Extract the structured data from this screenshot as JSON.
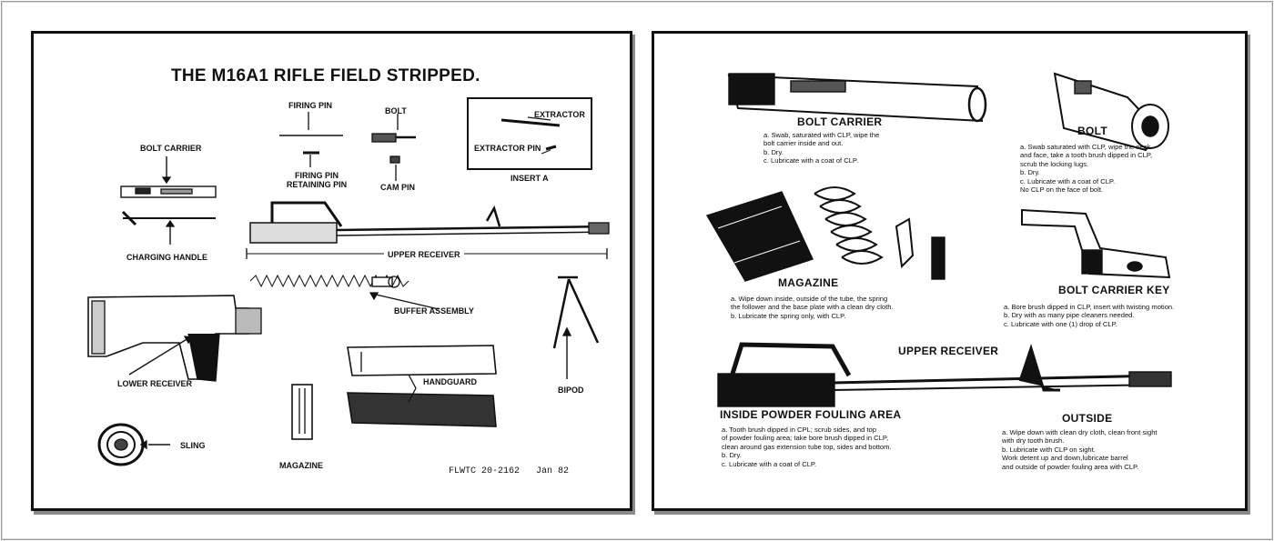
{
  "left": {
    "title": "THE M16A1 RIFLE FIELD STRIPPED.",
    "labels": {
      "firing_pin": "FIRING PIN",
      "bolt": "BOLT",
      "extractor": "EXTRACTOR",
      "extractor_pin": "EXTRACTOR PIN",
      "insert_a": "INSERT A",
      "bolt_carrier": "BOLT CARRIER",
      "firing_pin_retaining_pin_1": "FIRING PIN",
      "firing_pin_retaining_pin_2": "RETAINING PIN",
      "cam_pin": "CAM PIN",
      "charging_handle": "CHARGING HANDLE",
      "upper_receiver": "UPPER RECEIVER",
      "buffer_assembly": "BUFFER ASSEMBLY",
      "lower_receiver": "LOWER RECEIVER",
      "handguard": "HANDGUARD",
      "bipod": "BIPOD",
      "sling": "SLING",
      "magazine": "MAGAZINE"
    },
    "footer": "FLWTC 20-2162   Jan 82"
  },
  "right": {
    "sections": {
      "bolt_carrier": {
        "title": "BOLT CARRIER",
        "steps": [
          "a. Swab, saturated with CLP, wipe the",
          "   bolt carrier inside and out.",
          "b. Dry.",
          "c. Lubricate with a coat of CLP."
        ]
      },
      "bolt": {
        "title": "BOLT",
        "steps": [
          "a. Swab saturated with CLP, wipe the neck",
          "   and face, take a tooth brush dipped in CLP,",
          "   scrub the locking lugs.",
          "b. Dry.",
          "c. Lubricate with a coat of CLP.",
          "   No CLP on the face of bolt."
        ]
      },
      "magazine": {
        "title": "MAGAZINE",
        "steps": [
          "a. Wipe down inside, outside of the tube, the spring",
          "   the follower and the base plate with a clean dry cloth.",
          "b. Lubricate the spring only, with CLP."
        ]
      },
      "bolt_carrier_key": {
        "title": "BOLT CARRIER KEY",
        "steps": [
          "a. Bore brush dipped in CLP, insert with twisting motion.",
          "b. Dry with as many pipe cleaners needed.",
          "c. Lubricate with one (1) drop of CLP."
        ]
      },
      "upper_receiver": {
        "title": "UPPER RECEIVER"
      },
      "inside": {
        "title": "INSIDE POWDER FOULING AREA",
        "steps": [
          "a. Tooth brush dipped in CPL; scrub sides, and top",
          "   of powder fouling area; take bore brush dipped in CLP,",
          "   clean around gas extension tube top, sides and bottom.",
          "b. Dry.",
          "c. Lubricate with a coat of CLP."
        ]
      },
      "outside": {
        "title": "OUTSIDE",
        "steps": [
          "a. Wipe down with clean dry cloth, clean front sight",
          "   with dry tooth brush.",
          "b. Lubricate with CLP on sight.",
          "   Work detent up and down,lubricate barrel",
          "   and outside of powder fouling area with CLP."
        ]
      }
    }
  }
}
